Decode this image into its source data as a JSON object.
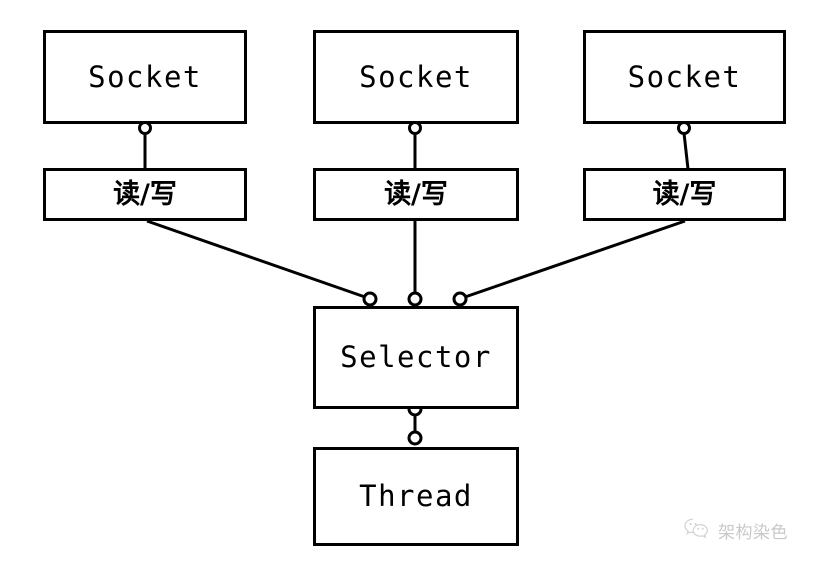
{
  "diagram": {
    "title": "NIO Selector single-thread multiplexing diagram",
    "background_color": "#ffffff",
    "stroke_color": "#000000",
    "nodes": [
      {
        "id": "socket-1",
        "label": "Socket",
        "script": "latin"
      },
      {
        "id": "socket-2",
        "label": "Socket",
        "script": "latin"
      },
      {
        "id": "socket-3",
        "label": "Socket",
        "script": "latin"
      },
      {
        "id": "rw-1",
        "label": "读/写",
        "script": "cjk"
      },
      {
        "id": "rw-2",
        "label": "读/写",
        "script": "cjk"
      },
      {
        "id": "rw-3",
        "label": "读/写",
        "script": "cjk"
      },
      {
        "id": "selector",
        "label": "Selector",
        "script": "latin"
      },
      {
        "id": "thread",
        "label": "Thread",
        "script": "latin"
      }
    ],
    "edges": [
      {
        "from": "socket-1",
        "to": "rw-1",
        "style": "vertical-with-circle"
      },
      {
        "from": "socket-2",
        "to": "rw-2",
        "style": "vertical-with-circle"
      },
      {
        "from": "socket-3",
        "to": "rw-3",
        "style": "vertical-with-circle"
      },
      {
        "from": "rw-1",
        "to": "selector",
        "style": "diagonal-with-circle"
      },
      {
        "from": "rw-2",
        "to": "selector",
        "style": "vertical-with-circle"
      },
      {
        "from": "rw-3",
        "to": "selector",
        "style": "diagonal-with-circle"
      },
      {
        "from": "selector",
        "to": "thread",
        "style": "vertical-with-two-circles"
      }
    ]
  },
  "watermark": {
    "icon": "wechat-icon",
    "text": "架构染色",
    "color": "#c9c9c9"
  }
}
